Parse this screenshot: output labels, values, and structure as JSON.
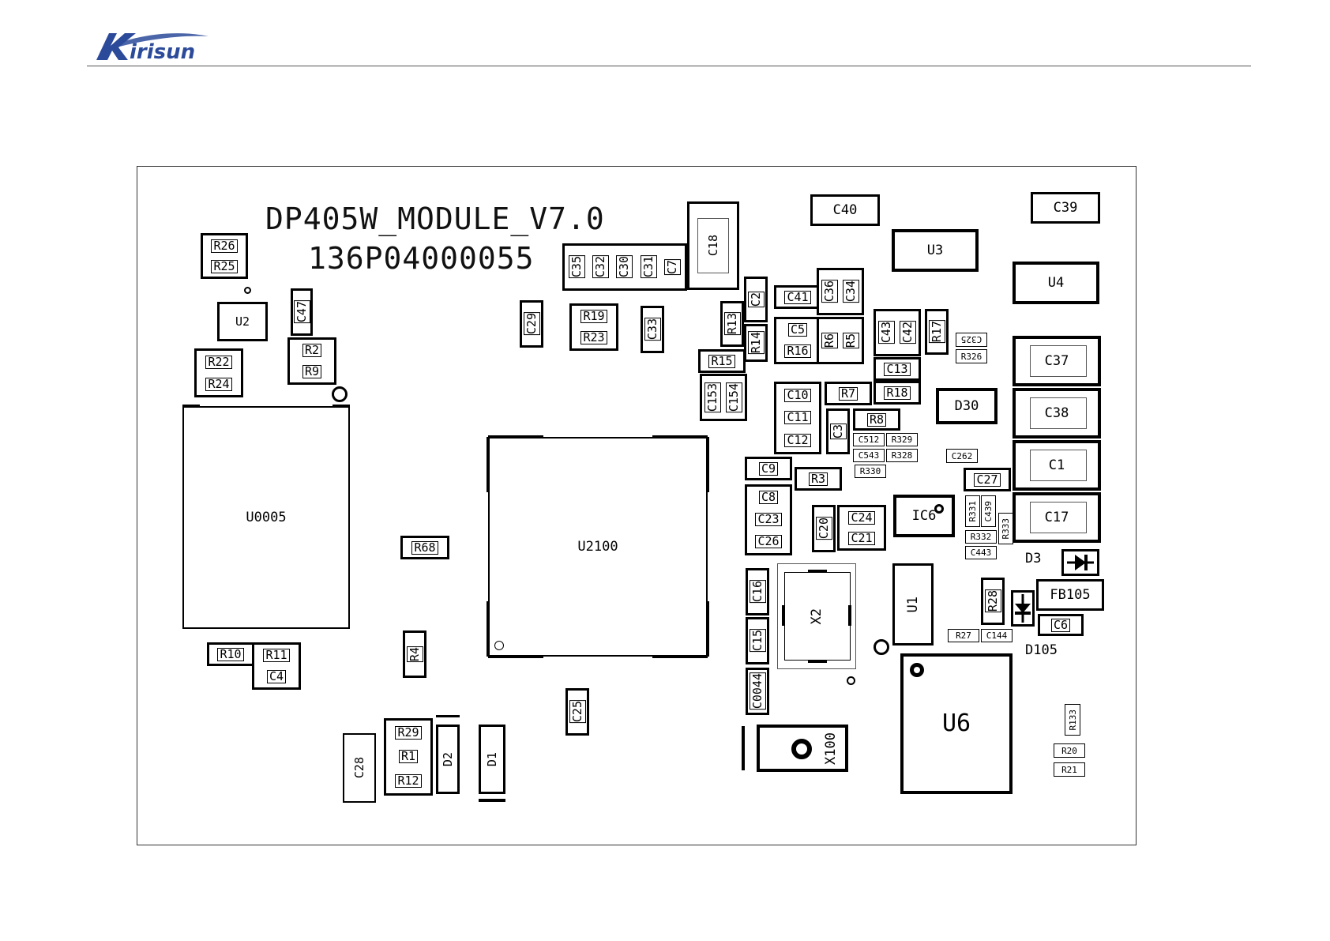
{
  "board": {
    "title": "DP405W_MODULE_V7.0",
    "part_number": "136P04000055"
  },
  "labels": {
    "D3": "D3",
    "D105": "D105"
  },
  "components": {
    "R26": "R26",
    "R25": "R25",
    "U2": "U2",
    "C47": "C47",
    "R2": "R2",
    "R9": "R9",
    "R22": "R22",
    "R24": "R24",
    "U0005": "U0005",
    "R10": "R10",
    "R11": "R11",
    "C4": "C4",
    "R68": "R68",
    "R4": "R4",
    "C28": "C28",
    "R29": "R29",
    "R1": "R1",
    "R12": "R12",
    "D2": "D2",
    "D1": "D1",
    "C29": "C29",
    "R19": "R19",
    "R23": "R23",
    "C33": "C33",
    "C35": "C35",
    "C32": "C32",
    "C30": "C30",
    "C31": "C31",
    "C7": "C7",
    "C18": "C18",
    "U2100": "U2100",
    "C25": "C25",
    "C40": "C40",
    "U3": "U3",
    "C39": "C39",
    "U4": "U4",
    "R13": "R13",
    "R14": "R14",
    "R15": "R15",
    "C153": "C153",
    "C154": "C154",
    "C2": "C2",
    "C41": "C41",
    "C5": "C5",
    "R16": "R16",
    "C36": "C36",
    "C34": "C34",
    "R6": "R6",
    "R5": "R5",
    "C43": "C43",
    "C42": "C42",
    "R17": "R17",
    "C325": "C325",
    "R326": "R326",
    "C13": "C13",
    "C10": "C10",
    "R7": "R7",
    "R18": "R18",
    "C11": "C11",
    "C3": "C3",
    "R8": "R8",
    "C12": "C12",
    "C512": "C512",
    "R329": "R329",
    "C543": "C543",
    "R328": "R328",
    "R330": "R330",
    "D30": "D30",
    "C262": "C262",
    "C37": "C37",
    "C38": "C38",
    "C1": "C1",
    "C17": "C17",
    "C9": "C9",
    "R3": "R3",
    "C8": "C8",
    "C23": "C23",
    "C26": "C26",
    "C20": "C20",
    "C24": "C24",
    "C21": "C21",
    "IC6": "IC6",
    "C27": "C27",
    "R331": "R331",
    "C439": "C439",
    "R333": "R333",
    "R332": "R332",
    "C443": "C443",
    "C16": "C16",
    "C15": "C15",
    "C0044": "C0044",
    "X2": "X2",
    "U1": "U1",
    "R28": "R28",
    "FB105": "FB105",
    "C6": "C6",
    "R27": "R27",
    "C144": "C144",
    "U6": "U6",
    "X100": "X100",
    "R133": "R133",
    "R20": "R20",
    "R21": "R21"
  },
  "colors": {
    "ink": "#000000",
    "background": "#ffffff",
    "logo": "#2c4a9a"
  }
}
